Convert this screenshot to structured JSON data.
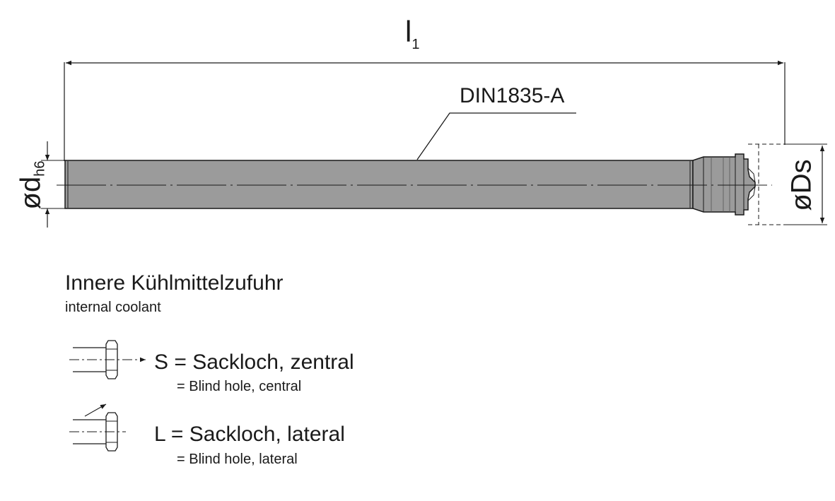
{
  "drawing": {
    "overall_length_symbol": "l",
    "overall_length_subscript": "1",
    "shank_note": "DIN1835-A",
    "shank_diameter_symbol": "ød",
    "shank_diameter_tolerance": "h6",
    "cutter_diameter_symbol": "øDs"
  },
  "coolant": {
    "title": "Innere Kühlmittelzufuhr",
    "subtitle": "internal coolant",
    "options": [
      {
        "label": "S = Sackloch, zentral",
        "translation": "= Blind hole, central"
      },
      {
        "label": "L = Sackloch, lateral",
        "translation": "= Blind hole, lateral"
      }
    ]
  },
  "colors": {
    "body_fill": "#9b9b9b",
    "line": "#1a1a1a",
    "background": "#ffffff"
  }
}
